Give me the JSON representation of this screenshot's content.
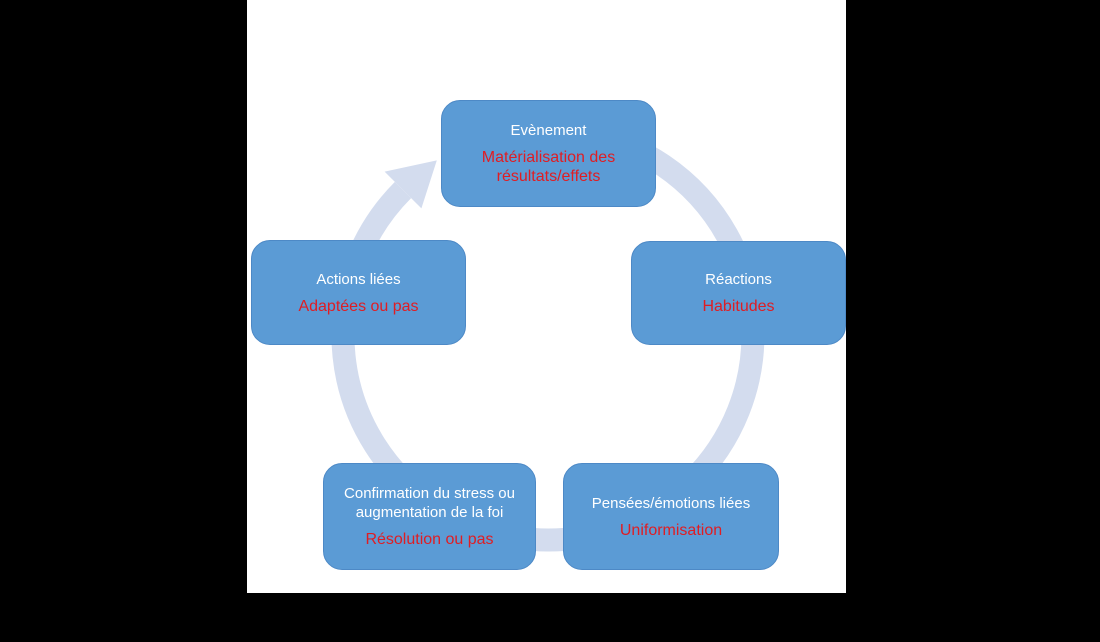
{
  "diagram": {
    "type": "cycle",
    "direction": "clockwise",
    "nodes": [
      {
        "id": "event",
        "label": "Evènement",
        "sublabel": "Matérialisation des\nrésultats/effets"
      },
      {
        "id": "reactions",
        "label": "Réactions",
        "sublabel": "Habitudes"
      },
      {
        "id": "thoughts",
        "label": "Pensées/émotions liées",
        "sublabel": "Uniformisation"
      },
      {
        "id": "confirmation",
        "label": "Confirmation du stress ou\naugmentation de la foi",
        "sublabel": "Résolution ou pas"
      },
      {
        "id": "actions",
        "label": "Actions liées",
        "sublabel": "Adaptées ou pas"
      }
    ],
    "colors": {
      "background": "#000000",
      "canvas": "#ffffff",
      "node_fill": "#5b9bd5",
      "node_border": "#4d89c6",
      "label": "#ffffff",
      "sublabel": "#e01d23",
      "ring": "#d3dcee"
    }
  }
}
